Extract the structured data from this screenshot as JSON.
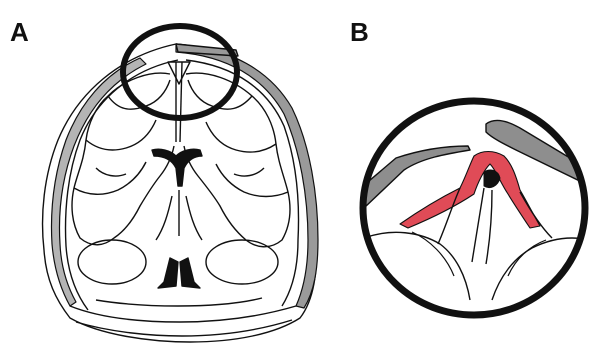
{
  "panels": {
    "a": {
      "label": "A"
    },
    "b": {
      "label": "B"
    }
  },
  "colors": {
    "outline": "#111111",
    "bone_fill": "#9a9a9a",
    "highlight_red": "#e04b57",
    "background": "#ffffff"
  },
  "icons": [
    "magnification-circle",
    "skull-cross-section",
    "sinus-detail"
  ]
}
